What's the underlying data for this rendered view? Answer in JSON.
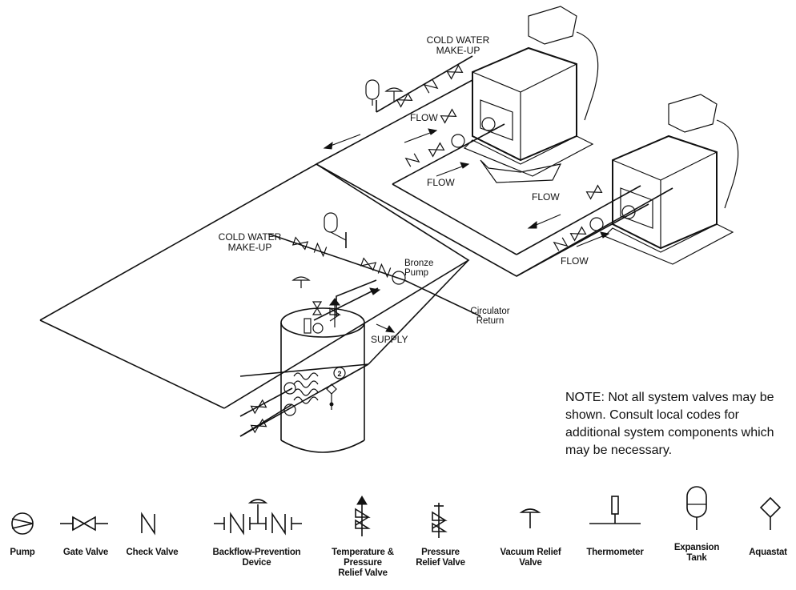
{
  "labels": {
    "cold_water_makeup_top": "COLD WATER\nMAKE-UP",
    "flow_1": "FLOW",
    "flow_2": "FLOW",
    "flow_3": "FLOW",
    "flow_4": "FLOW",
    "cold_water_makeup_mid": "COLD WATER\nMAKE-UP",
    "bronze_pump": "Bronze\nPump",
    "circulator_return": "Circulator\nReturn",
    "supply": "SUPPLY",
    "tank_number": "2"
  },
  "note": "NOTE: Not all system valves may be shown. Consult local codes for additional system components which may be necessary.",
  "legend": [
    {
      "label": "Pump",
      "icon": "pump-icon"
    },
    {
      "label": "Gate Valve",
      "icon": "gate-valve-icon"
    },
    {
      "label": "Check Valve",
      "icon": "check-valve-icon"
    },
    {
      "label": "Backflow-Prevention\nDevice",
      "icon": "backflow-prevention-icon"
    },
    {
      "label": "Temperature &\nPressure\nRelief Valve",
      "icon": "tp-relief-valve-icon"
    },
    {
      "label": "Pressure\nRelief Valve",
      "icon": "pressure-relief-valve-icon"
    },
    {
      "label": "Vacuum Relief\nValve",
      "icon": "vacuum-relief-valve-icon"
    },
    {
      "label": "Thermometer",
      "icon": "thermometer-icon"
    },
    {
      "label": "Expansion\nTank",
      "icon": "expansion-tank-icon"
    },
    {
      "label": "Aquastat",
      "icon": "aquastat-icon"
    }
  ]
}
